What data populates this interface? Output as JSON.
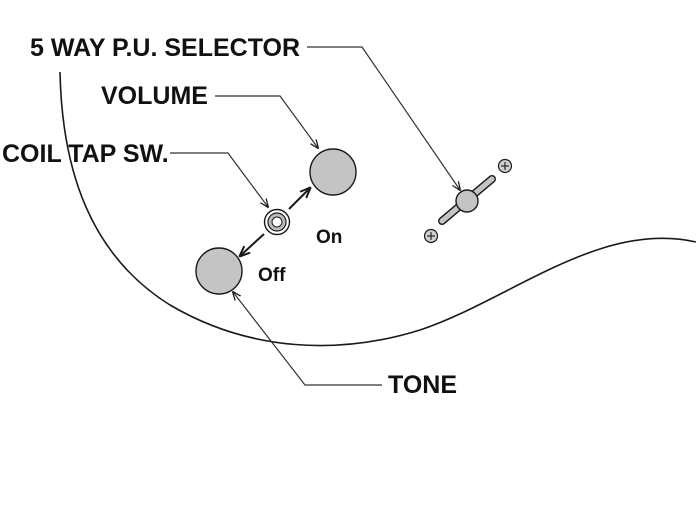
{
  "labels": {
    "selector": "5 WAY P.U. SELECTOR",
    "volume": "VOLUME",
    "coil_tap": "COIL TAP SW.",
    "tone": "TONE",
    "on": "On",
    "off": "Off"
  },
  "colors": {
    "line": "#1a1a1a",
    "knob_fill": "#c4c4c4",
    "screw_fill": "#cfcfcf"
  }
}
